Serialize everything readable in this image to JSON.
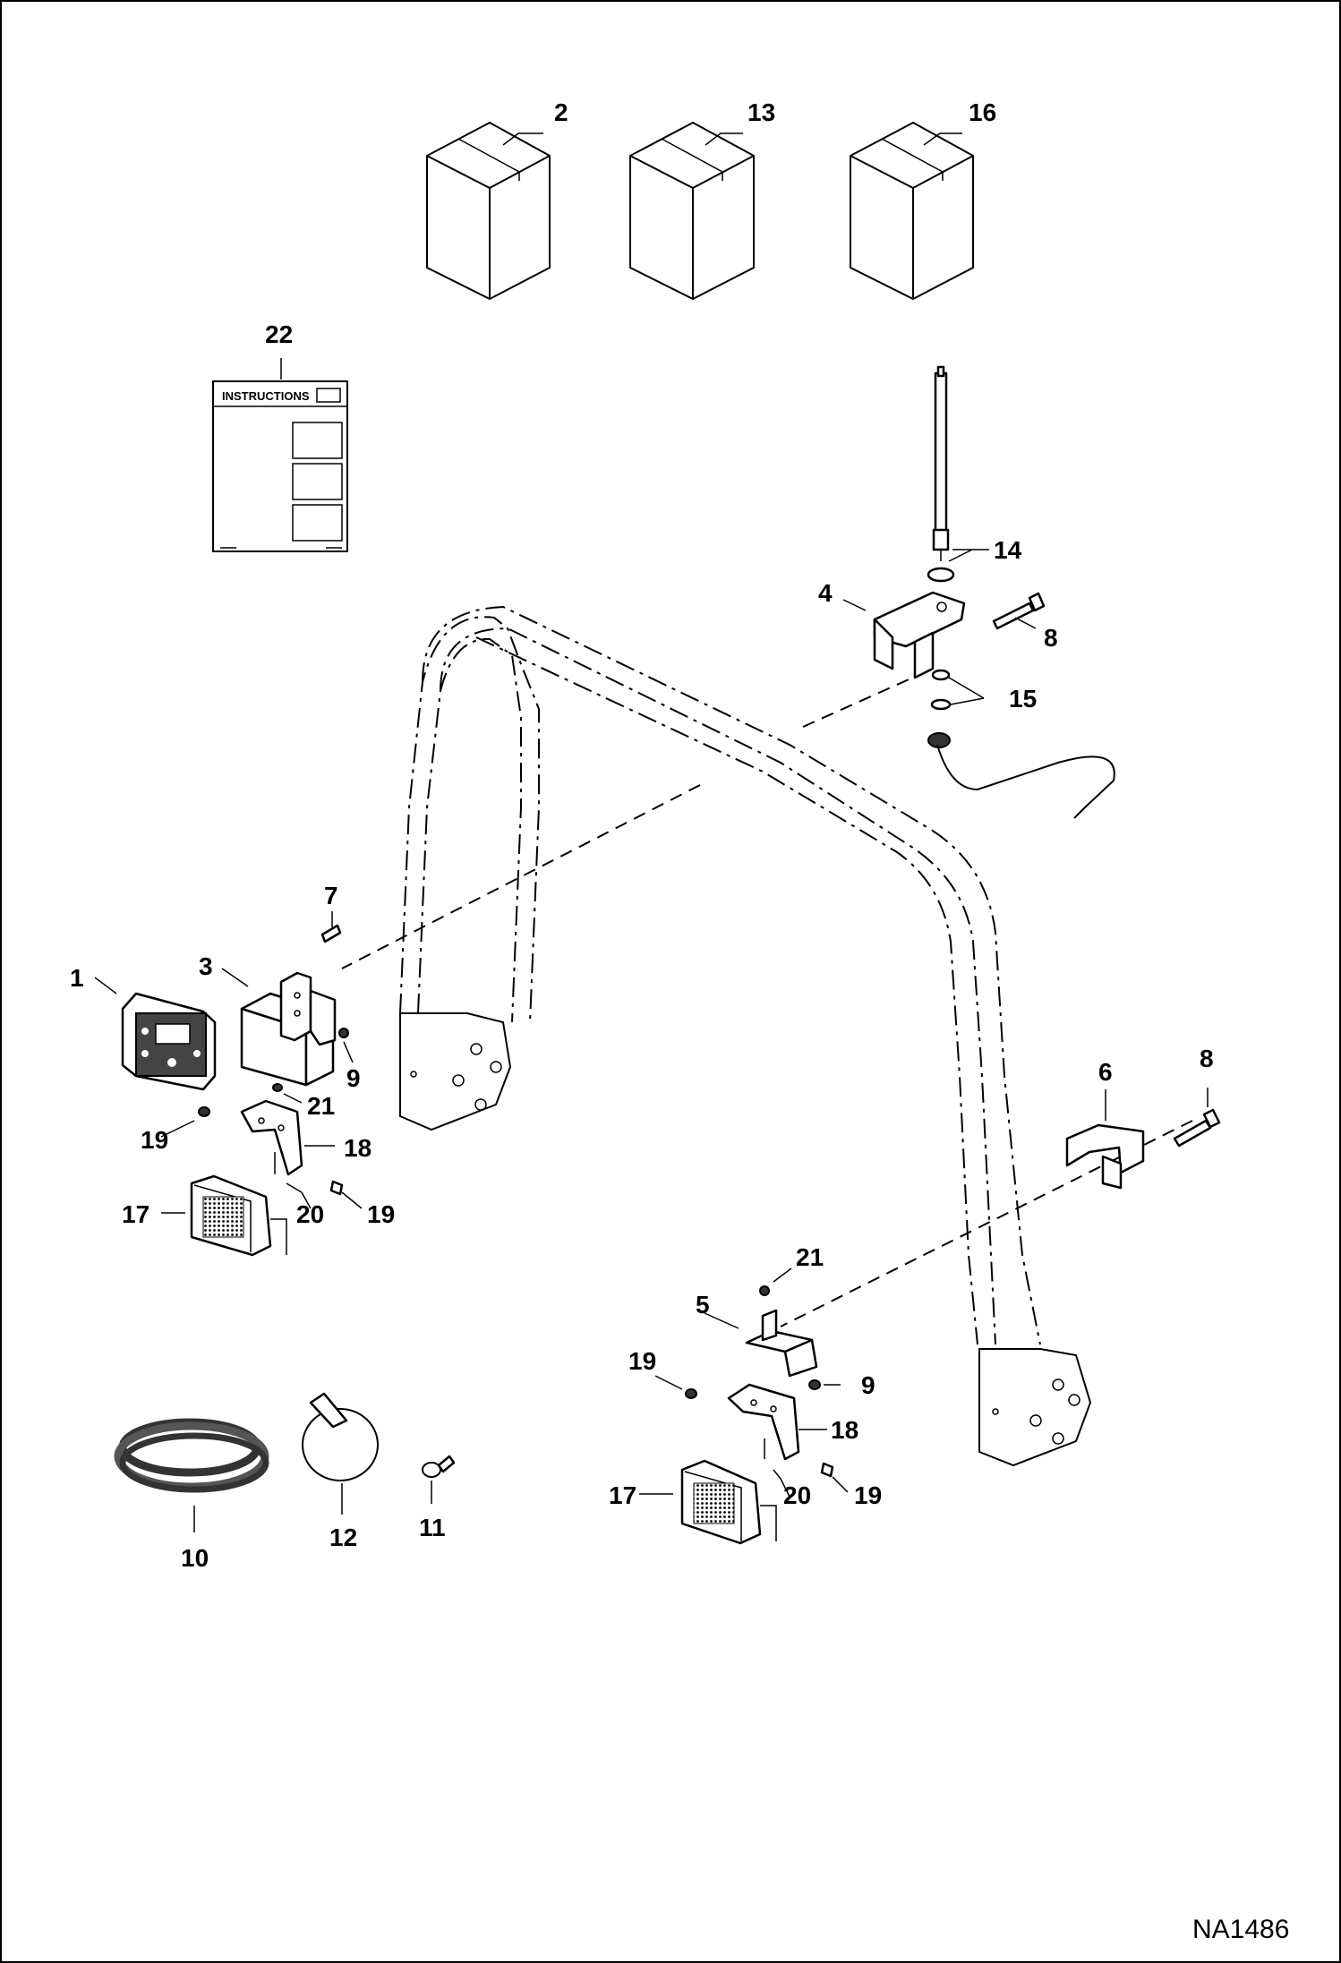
{
  "diagram": {
    "reference_code": "NA1486",
    "instructions_title": "INSTRUCTIONS",
    "callouts": [
      {
        "id": "c2",
        "label": "2"
      },
      {
        "id": "c13",
        "label": "13"
      },
      {
        "id": "c16",
        "label": "16"
      },
      {
        "id": "c22",
        "label": "22"
      },
      {
        "id": "c14",
        "label": "14"
      },
      {
        "id": "c4",
        "label": "4"
      },
      {
        "id": "c8a",
        "label": "8"
      },
      {
        "id": "c15",
        "label": "15"
      },
      {
        "id": "c7",
        "label": "7"
      },
      {
        "id": "c1",
        "label": "1"
      },
      {
        "id": "c3",
        "label": "3"
      },
      {
        "id": "c9a",
        "label": "9"
      },
      {
        "id": "c21a",
        "label": "21"
      },
      {
        "id": "c19a",
        "label": "19"
      },
      {
        "id": "c18a",
        "label": "18"
      },
      {
        "id": "c17a",
        "label": "17"
      },
      {
        "id": "c20a",
        "label": "20"
      },
      {
        "id": "c19b",
        "label": "19"
      },
      {
        "id": "c6",
        "label": "6"
      },
      {
        "id": "c8b",
        "label": "8"
      },
      {
        "id": "c21b",
        "label": "21"
      },
      {
        "id": "c5",
        "label": "5"
      },
      {
        "id": "c19c",
        "label": "19"
      },
      {
        "id": "c9b",
        "label": "9"
      },
      {
        "id": "c18b",
        "label": "18"
      },
      {
        "id": "c17b",
        "label": "17"
      },
      {
        "id": "c20b",
        "label": "20"
      },
      {
        "id": "c19d",
        "label": "19"
      },
      {
        "id": "c10",
        "label": "10"
      },
      {
        "id": "c12",
        "label": "12"
      },
      {
        "id": "c11",
        "label": "11"
      }
    ]
  }
}
